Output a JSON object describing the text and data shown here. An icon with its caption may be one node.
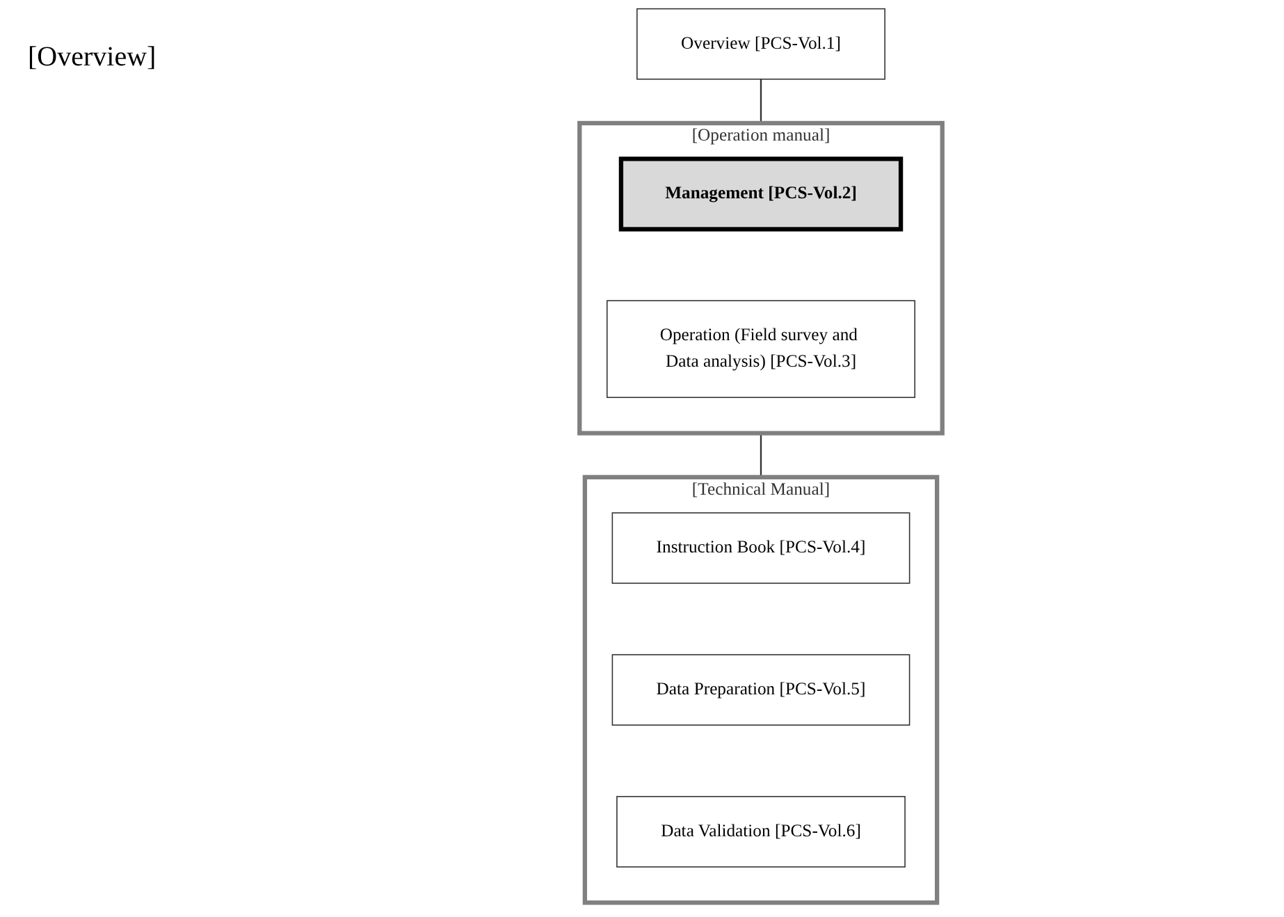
{
  "diagram": {
    "nodes": [
      {
        "text": [
          "Overview [PCS-Vol.1]"
        ]
      },
      {
        "text": [
          "[Operation manual]"
        ]
      },
      {
        "text": [
          "Management [PCS-Vol.2]"
        ],
        "in": 1
      },
      {
        "text": [
          "Operation (Field survey and Data analysis) [PCS-Vol.3]"
        ],
        "in": 1
      },
      {
        "text": [
          "[Technical Manual]"
        ]
      },
      {
        "text": [
          "Instruction Book [PCS-Vol.4]"
        ],
        "in": 4
      },
      {
        "text": [
          "Data Preparation [PCS-Vol.5]"
        ],
        "in": 4
      },
      {
        "text": [
          "Data Validation [PCS-Vol.6]"
        ],
        "in": 4
      }
    ],
    "edges": [
      {
        "from": 0,
        "to": 1,
        "arrow": "none"
      },
      {
        "from": 1,
        "to": 4,
        "arrow": "none"
      }
    ],
    "labels": [
      "[Overview]"
    ]
  }
}
